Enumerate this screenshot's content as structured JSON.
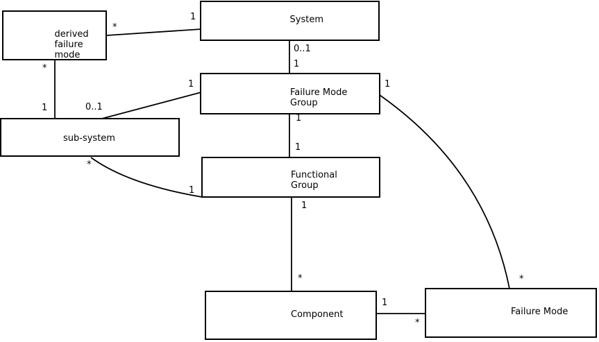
{
  "diagram": {
    "kind": "uml-class-association-diagram",
    "colors": {
      "background": "#ffffff",
      "box_fill": "#ffffff",
      "box_border": "#000000",
      "line": "#000000",
      "text": "#000000"
    },
    "nodes": {
      "derived_failure_mode": {
        "label": "derived\nfailure\nmode"
      },
      "system": {
        "label": "System"
      },
      "failure_mode_group": {
        "label": "Failure Mode\nGroup"
      },
      "sub_system": {
        "label": "sub-system"
      },
      "functional_group": {
        "label": "Functional\nGroup"
      },
      "component": {
        "label": "Component"
      },
      "failure_mode": {
        "label": "Failure Mode"
      }
    },
    "connections": [
      {
        "from": "derived_failure_mode",
        "to": "system",
        "label_at_from": "*",
        "label_at_to": "1"
      },
      {
        "from": "derived_failure_mode",
        "to": "sub_system",
        "label_at_from": "*",
        "label_at_to": "1"
      },
      {
        "from": "system",
        "to": "failure_mode_group",
        "label_at_from": "0..1",
        "label_at_to": "1"
      },
      {
        "from": "failure_mode_group",
        "to": "sub_system",
        "label_at_from": "1",
        "label_at_to": "0..1"
      },
      {
        "from": "failure_mode_group",
        "to": "functional_group",
        "label_at_from": "1",
        "label_at_to": "1"
      },
      {
        "from": "sub_system",
        "to": "functional_group",
        "label_at_from": "*",
        "label_at_to": "1"
      },
      {
        "from": "functional_group",
        "to": "component",
        "label_at_from": "1",
        "label_at_to": "*"
      },
      {
        "from": "component",
        "to": "failure_mode",
        "label_at_from": "1",
        "label_at_to": "*"
      },
      {
        "from": "failure_mode_group",
        "to": "failure_mode",
        "label_at_from": "1",
        "label_at_to": "*"
      }
    ]
  }
}
